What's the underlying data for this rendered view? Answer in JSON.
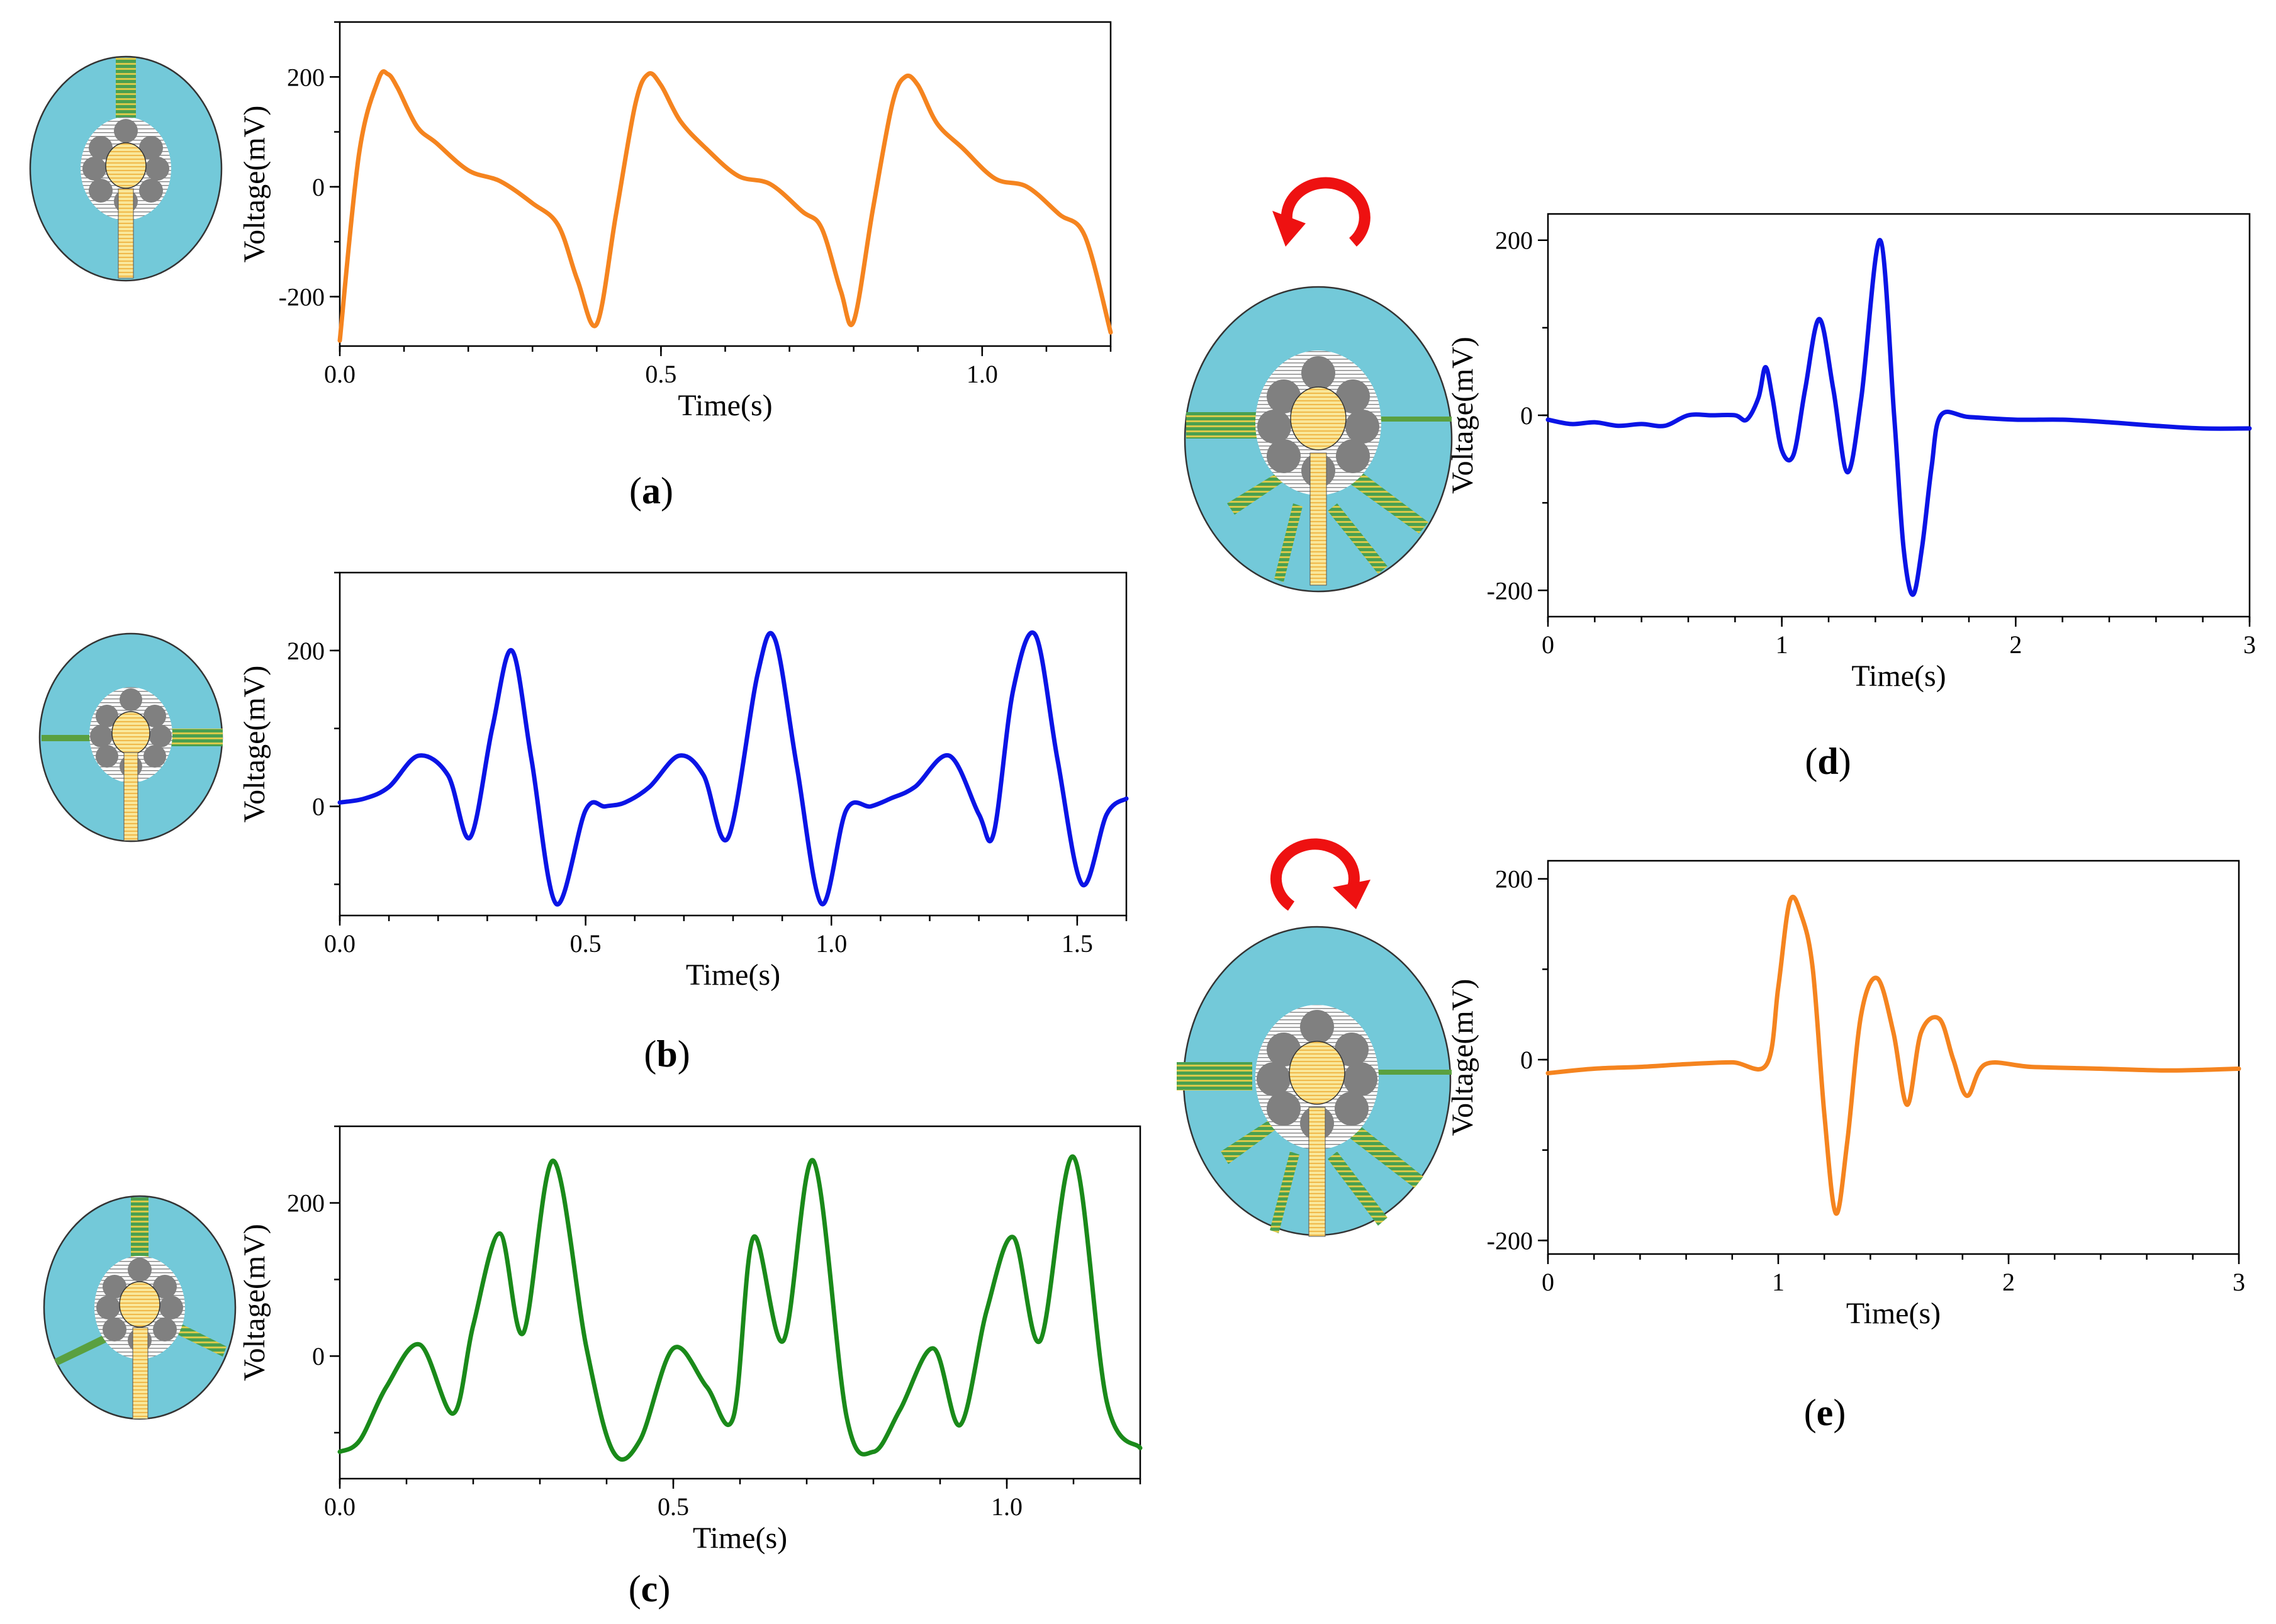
{
  "panels": [
    {
      "id": "a",
      "label": "a",
      "chart_data": {
        "type": "line",
        "xlabel": "Time(s)",
        "ylabel": "Voltage(mV)",
        "xlim": [
          0,
          1.2
        ],
        "ylim": [
          -290,
          300
        ],
        "xticks": [
          0.0,
          0.5,
          1.0
        ],
        "xtick_labels": [
          "0.0",
          "0.5",
          "1.0"
        ],
        "yticks": [
          -200,
          0,
          200
        ],
        "ytick_labels": [
          "-200",
          "0",
          "200"
        ],
        "grid": false,
        "series": [
          {
            "color": "#f5841f",
            "x": [
              0.0,
              0.03,
              0.06,
              0.075,
              0.09,
              0.12,
              0.15,
              0.2,
              0.25,
              0.3,
              0.34,
              0.37,
              0.4,
              0.43,
              0.46,
              0.48,
              0.5,
              0.53,
              0.57,
              0.62,
              0.67,
              0.72,
              0.75,
              0.78,
              0.8,
              0.83,
              0.86,
              0.88,
              0.9,
              0.93,
              0.97,
              1.02,
              1.07,
              1.12,
              1.16,
              1.2
            ],
            "y": [
              -280,
              60,
              195,
              205,
              180,
              110,
              80,
              30,
              10,
              -30,
              -70,
              -170,
              -250,
              -50,
              150,
              205,
              185,
              120,
              70,
              20,
              5,
              -45,
              -75,
              -190,
              -245,
              -40,
              150,
              200,
              185,
              115,
              70,
              15,
              0,
              -50,
              -90,
              -265
            ]
          }
        ]
      }
    },
    {
      "id": "b",
      "label": "b",
      "chart_data": {
        "type": "line",
        "xlabel": "Time(s)",
        "ylabel": "Voltage(mV)",
        "xlim": [
          0,
          1.6
        ],
        "ylim": [
          -140,
          300
        ],
        "xticks": [
          0.0,
          0.5,
          1.0,
          1.5
        ],
        "xtick_labels": [
          "0.0",
          "0.5",
          "1.0",
          "1.5"
        ],
        "yticks": [
          0,
          200
        ],
        "ytick_labels": [
          "0",
          "200"
        ],
        "grid": false,
        "series": [
          {
            "color": "#0a14e6",
            "x": [
              0.0,
              0.05,
              0.1,
              0.16,
              0.22,
              0.265,
              0.31,
              0.35,
              0.39,
              0.44,
              0.5,
              0.54,
              0.58,
              0.63,
              0.69,
              0.74,
              0.79,
              0.85,
              0.885,
              0.93,
              0.98,
              1.03,
              1.08,
              1.12,
              1.17,
              1.24,
              1.3,
              1.33,
              1.37,
              1.415,
              1.46,
              1.51,
              1.56,
              1.6
            ],
            "y": [
              5,
              10,
              25,
              65,
              40,
              -40,
              100,
              200,
              60,
              -125,
              -5,
              0,
              5,
              25,
              65,
              40,
              -40,
              170,
              215,
              50,
              -125,
              -5,
              0,
              10,
              25,
              65,
              -10,
              -35,
              150,
              220,
              60,
              -100,
              -10,
              10
            ]
          }
        ]
      }
    },
    {
      "id": "c",
      "label": "c",
      "chart_data": {
        "type": "line",
        "xlabel": "Time(s)",
        "ylabel": "Voltage(mV)",
        "xlim": [
          0,
          1.2
        ],
        "ylim": [
          -160,
          300
        ],
        "xticks": [
          0.0,
          0.5,
          1.0
        ],
        "xtick_labels": [
          "0.0",
          "0.5",
          "1.0"
        ],
        "yticks": [
          0,
          200
        ],
        "ytick_labels": [
          "0",
          "200"
        ],
        "grid": false,
        "series": [
          {
            "color": "#1a8a1a",
            "x": [
              0.0,
              0.03,
              0.07,
              0.12,
              0.17,
              0.2,
              0.24,
              0.275,
              0.32,
              0.37,
              0.41,
              0.45,
              0.5,
              0.55,
              0.59,
              0.62,
              0.665,
              0.71,
              0.76,
              0.8,
              0.84,
              0.89,
              0.93,
              0.97,
              1.01,
              1.05,
              1.1,
              1.15,
              1.2
            ],
            "y": [
              -125,
              -110,
              -40,
              15,
              -75,
              40,
              160,
              30,
              255,
              10,
              -125,
              -110,
              10,
              -40,
              -80,
              155,
              20,
              255,
              -80,
              -125,
              -70,
              10,
              -90,
              60,
              155,
              20,
              260,
              -60,
              -120
            ]
          }
        ]
      }
    },
    {
      "id": "d",
      "label": "d",
      "chart_data": {
        "type": "line",
        "xlabel": "Time(s)",
        "ylabel": "Voltage(mV)",
        "xlim": [
          0,
          3
        ],
        "ylim": [
          -230,
          230
        ],
        "xticks": [
          0,
          1,
          2,
          3
        ],
        "xtick_labels": [
          "0",
          "1",
          "2",
          "3"
        ],
        "yticks": [
          -200,
          0,
          200
        ],
        "ytick_labels": [
          "-200",
          "0",
          "200"
        ],
        "grid": false,
        "series": [
          {
            "color": "#0a14e6",
            "x": [
              0.0,
              0.1,
              0.2,
              0.3,
              0.4,
              0.5,
              0.6,
              0.7,
              0.8,
              0.85,
              0.9,
              0.93,
              0.96,
              1.0,
              1.05,
              1.1,
              1.16,
              1.22,
              1.28,
              1.34,
              1.42,
              1.48,
              1.52,
              1.56,
              1.6,
              1.64,
              1.68,
              1.8,
              2.0,
              2.2,
              2.4,
              2.6,
              2.8,
              3.0
            ],
            "y": [
              -5,
              -10,
              -8,
              -12,
              -10,
              -12,
              0,
              0,
              0,
              -5,
              20,
              55,
              20,
              -40,
              -45,
              30,
              110,
              30,
              -65,
              20,
              200,
              0,
              -150,
              -205,
              -150,
              -60,
              0,
              -2,
              -5,
              -5,
              -8,
              -12,
              -15,
              -15
            ]
          }
        ]
      }
    },
    {
      "id": "e",
      "label": "e",
      "chart_data": {
        "type": "line",
        "xlabel": "Time(s)",
        "ylabel": "Voltage(mV)",
        "xlim": [
          0,
          3
        ],
        "ylim": [
          -215,
          220
        ],
        "xticks": [
          0,
          1,
          2,
          3
        ],
        "xtick_labels": [
          "0",
          "1",
          "2",
          "3"
        ],
        "yticks": [
          -200,
          0,
          200
        ],
        "ytick_labels": [
          "-200",
          "0",
          "200"
        ],
        "grid": false,
        "series": [
          {
            "color": "#f5841f",
            "x": [
              0.0,
              0.2,
              0.4,
              0.6,
              0.8,
              0.95,
              1.0,
              1.05,
              1.1,
              1.15,
              1.2,
              1.25,
              1.3,
              1.36,
              1.43,
              1.5,
              1.56,
              1.62,
              1.7,
              1.76,
              1.82,
              1.9,
              2.1,
              2.4,
              2.7,
              3.0
            ],
            "y": [
              -15,
              -10,
              -8,
              -5,
              -3,
              -5,
              80,
              175,
              160,
              100,
              -60,
              -170,
              -90,
              50,
              90,
              30,
              -50,
              30,
              45,
              0,
              -40,
              -5,
              -8,
              -10,
              -12,
              -10
            ]
          }
        ]
      }
    }
  ]
}
